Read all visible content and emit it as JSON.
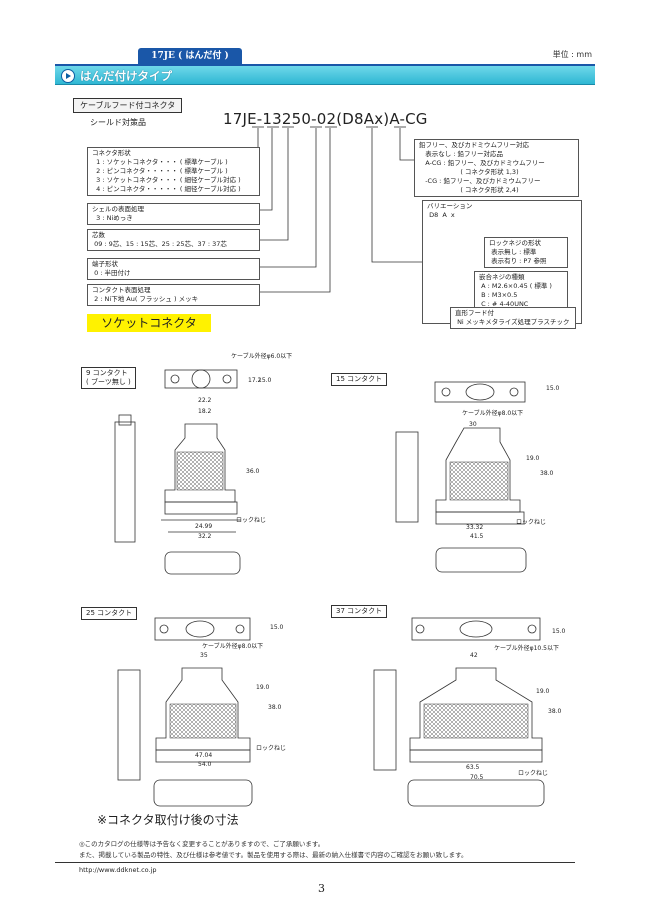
{
  "header": {
    "series": "17JE ( はんだ付 ) Series",
    "unit": "単位 : mm",
    "title": "はんだ付けタイプ"
  },
  "intro": {
    "cable_hood": "ケーブルフード付コネクタ",
    "shield": "シールド対策品",
    "part_number": "17JE-13250-02(D8Ax)A-CG"
  },
  "spec_boxes": {
    "connector_shape": "コネクタ形状\n  1 : ソケットコネクタ・・・ ( 標準ケーブル )\n  2 : ピンコネクタ・・・・・ ( 標準ケーブル )\n  3 : ソケットコネクタ・・・ ( 細径ケーブル対応 )\n  4 : ピンコネクタ・・・・・ ( 細径ケーブル対応 )",
    "shell_finish": "シェルの表面処理\n  3 : Niめっき",
    "contacts": "芯数\n 09 : 9芯、15 : 15芯、25 : 25芯、37 : 37芯",
    "terminal": "端子形状\n 0 : 半田付け",
    "contact_finish": "コンタクト表面処理\n 2 : Ni下地 Au( フラッシュ ) メッキ",
    "lead_free": "鉛フリー、及びカドミウムフリー対応\n   表示なし : 鉛フリー対応品\n   A-CG : 鉛フリー、及びカドミウムフリー\n                    ( コネクタ形状 1,3)\n   -CG : 鉛フリー、及びカドミウムフリー\n                    ( コネクタ形状 2,4)",
    "variation_title": "バリエーション\n D8  A  x",
    "lock_screw": "ロックネジの形状\n 表示無し : 標準\n 表示有り : P7 参照",
    "mating_screw": "嵌合ネジの種類\n A : M2.6×0.45 ( 標準 )\n B : M3×0.5\n C : # 4-40UNC",
    "hood": "直形フード付\n Ni メッキメタライズ処理プラスチック"
  },
  "socket_label": "ソケットコネクタ",
  "drawings": [
    {
      "label": "9 コンタクト\n( ブーツ無し )",
      "dims": [
        "22.2",
        "18.2",
        "24.99",
        "32.2",
        "36.0",
        "15.0",
        "17.2"
      ],
      "cable_note": "ケーブル外径φ6.0以下",
      "lock": "ロックねじ"
    },
    {
      "label": "15 コンタクト",
      "dims": [
        "30",
        "33.32",
        "41.5",
        "38.0",
        "19.0",
        "15.0"
      ],
      "cable_note": "ケーブル外径φ8.0以下",
      "lock": "ロックねじ"
    },
    {
      "label": "25 コンタクト",
      "dims": [
        "35",
        "47.04",
        "54.0",
        "38.0",
        "19.0",
        "15.0"
      ],
      "cable_note": "ケーブル外径φ8.0以下",
      "lock": "ロックねじ"
    },
    {
      "label": "37 コンタクト",
      "dims": [
        "42",
        "63.5",
        "70.5",
        "38.0",
        "19.0",
        "15.0"
      ],
      "cable_note": "ケーブル外径φ10.5以下",
      "lock": "ロックねじ"
    }
  ],
  "footer": {
    "note": "※コネクタ取付け後の寸法",
    "disclaimer_1": "◎このカタログの仕様等は予告なく変更することがありますので、ご了承願います。",
    "disclaimer_2": "  また、掲載している製品の特性、及び仕様は参考値です。製品を使用する際は、最新の納入仕様書で内容のご確認をお願い致します。",
    "url": "http://www.ddknet.co.jp",
    "page": "3"
  }
}
